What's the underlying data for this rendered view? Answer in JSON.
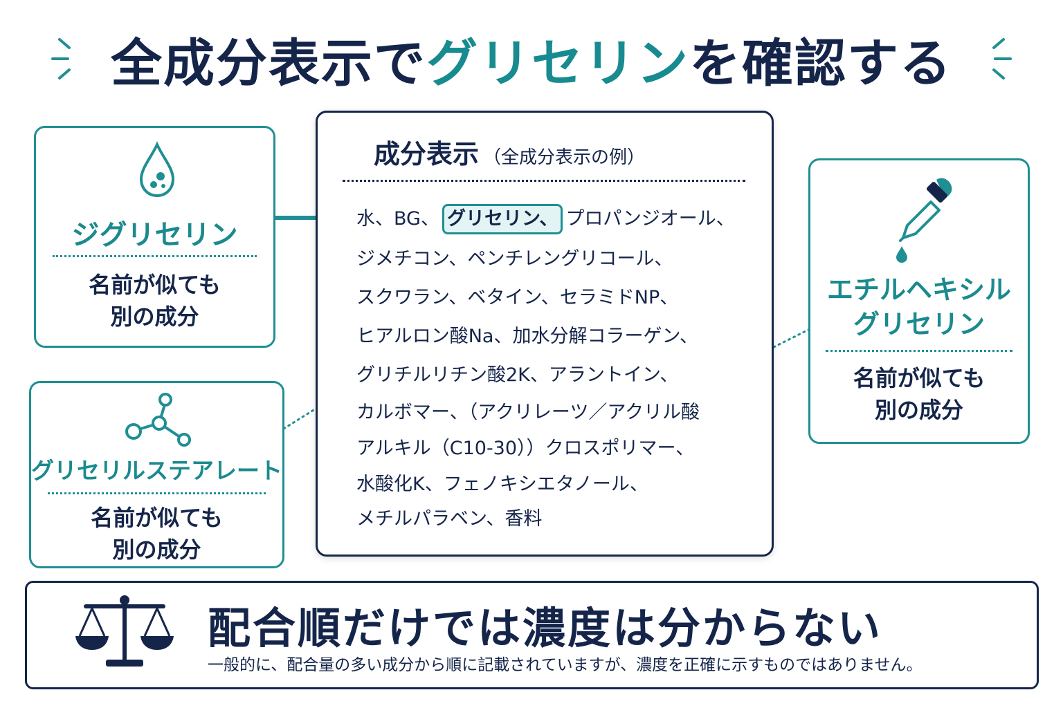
{
  "title": {
    "part1": "全成分表示で",
    "accent": "グリセリン",
    "part2": "を確認する"
  },
  "cards": {
    "diglycerin": {
      "name": "ジグリセリン",
      "note_line1": "名前が似ても",
      "note_line2": "別の成分",
      "icon": "droplet-icon"
    },
    "glyceryl_stearate": {
      "name": "グリセリルステアレート",
      "note_line1": "名前が似ても",
      "note_line2": "別の成分",
      "icon": "molecule-icon"
    },
    "ethylhexylglycerin": {
      "name_line1": "エチルヘキシル",
      "name_line2": "グリセリン",
      "note_line1": "名前が似ても",
      "note_line2": "別の成分",
      "icon": "dropper-icon"
    }
  },
  "ingredients_box": {
    "title": "成分表示",
    "subtitle": "（全成分表示の例）",
    "line1_before": "水、BG、",
    "line1_highlight": "グリセリン、",
    "line1_after": "プロパンジオール、",
    "lines": [
      "ジメチコン、ペンチレングリコール、",
      "スクワラン、ベタイン、セラミドNP、",
      "ヒアルロン酸Na、加水分解コラーゲン、",
      "グリチルリチン酸2K、アラントイン、",
      "カルボマー、（アクリレーツ／アクリル酸",
      "アルキル（C10-30））クロスポリマー、",
      "水酸化K、フェノキシエタノール、",
      "メチルパラベン、香料"
    ]
  },
  "bottom": {
    "heading": "配合順だけでは濃度は分からない",
    "note": "一般的に、配合量の多い成分から順に記載されていますが、濃度を正確に示すものではありません。",
    "icon": "scale-icon"
  },
  "colors": {
    "navy": "#15254a",
    "teal": "#1a8a8e",
    "highlight_bg": "#e3f4f4"
  }
}
